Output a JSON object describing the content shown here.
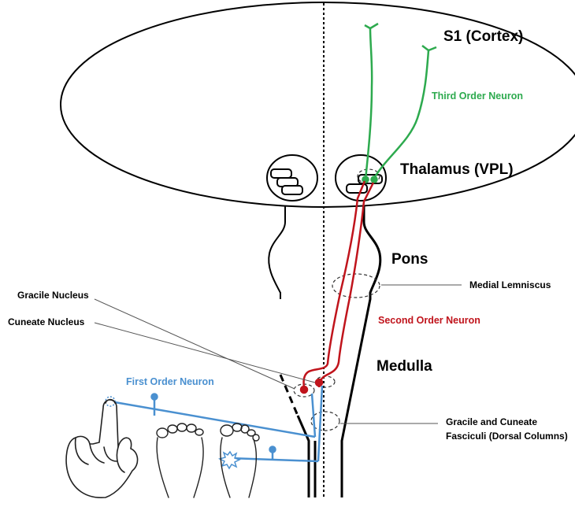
{
  "labels": {
    "cortex": "S1 (Cortex)",
    "third_order": "Third Order Neuron",
    "thalamus": "Thalamus (VPL)",
    "pons": "Pons",
    "medial_lemniscus": "Medial Lemniscus",
    "gracile_nucleus": "Gracile Nucleus",
    "cuneate_nucleus": "Cuneate Nucleus",
    "second_order": "Second Order Neuron",
    "medulla": "Medulla",
    "first_order": "First Order Neuron",
    "fasciculi_line1": "Gracile and Cuneate",
    "fasciculi_line2": "Fasciculi  (Dorsal Columns)"
  },
  "colors": {
    "outline": "#000000",
    "first_order": "#4a90d0",
    "second_order": "#c0141c",
    "third_order": "#2daa4e",
    "leader": "#555555"
  }
}
